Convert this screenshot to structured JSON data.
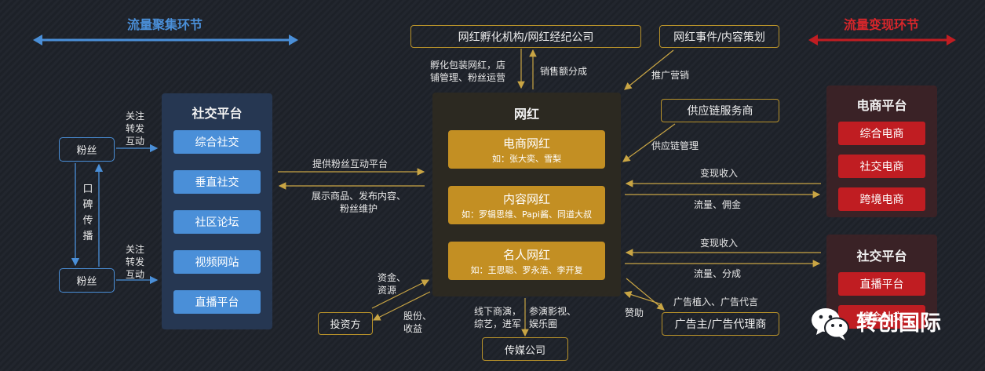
{
  "colors": {
    "accent_blue": "#4a8fd8",
    "accent_red": "#d8262b",
    "gold": "#b8922a",
    "gold_fill": "#c38f23",
    "red_fill": "#c01d22"
  },
  "headers": {
    "left": "流量聚集环节",
    "right": "流量变现环节"
  },
  "fans": {
    "top": "粉丝",
    "bottom": "粉丝",
    "word_of_mouth": [
      "口",
      "碑",
      "传",
      "播"
    ],
    "action_top": [
      "关注",
      "转发",
      "互动"
    ],
    "action_bottom": [
      "关注",
      "转发",
      "互动"
    ]
  },
  "social_platform": {
    "title": "社交平台",
    "items": [
      "综合社交",
      "垂直社交",
      "社区论坛",
      "视频网站",
      "直播平台"
    ]
  },
  "mid_labels": {
    "provide": "提供粉丝互动平台",
    "display": [
      "展示商品、发布内容、",
      "粉丝维护"
    ]
  },
  "top": {
    "agency": "网红孵化机构/网红经纪公司",
    "events": "网红事件/内容策划",
    "incubate": [
      "孵化包装网红，店",
      "铺管理、粉丝运营"
    ],
    "sales_share": "销售额分成",
    "promotion": "推广营销"
  },
  "influencer": {
    "title": "网红",
    "cards": [
      {
        "title": "电商网红",
        "sub": "如：张大奕、雪梨"
      },
      {
        "title": "内容网红",
        "sub": "如：罗辑思维、Papi酱、同道大叔"
      },
      {
        "title": "名人网红",
        "sub": "如：王思聪、罗永浩、李开复"
      }
    ]
  },
  "supply": {
    "box": "供应链服务商",
    "label": "供应链管理"
  },
  "ecommerce_platform": {
    "title": "电商平台",
    "items": [
      "综合电商",
      "社交电商",
      "跨境电商"
    ],
    "in_label": "变现收入",
    "out_label": "流量、佣金"
  },
  "social_platform_right": {
    "title": "社交平台",
    "items": [
      "直播平台",
      "综合社交"
    ],
    "in_label": "变现收入",
    "out_label": "流量、分成"
  },
  "bottom": {
    "investor": "投资方",
    "capital": [
      "资金、",
      "资源"
    ],
    "equity": [
      "股份、",
      "收益"
    ],
    "offline": [
      "线下商演，",
      "综艺，进军"
    ],
    "film": [
      "参演影视、",
      "娱乐圈"
    ],
    "media": "传媒公司",
    "advertiser": "广告主/广告代理商",
    "ad_placement": "广告植入、广告代言",
    "sponsor": "赞助"
  },
  "brand": {
    "name": "转创国际",
    "icon": "wechat-icon"
  }
}
